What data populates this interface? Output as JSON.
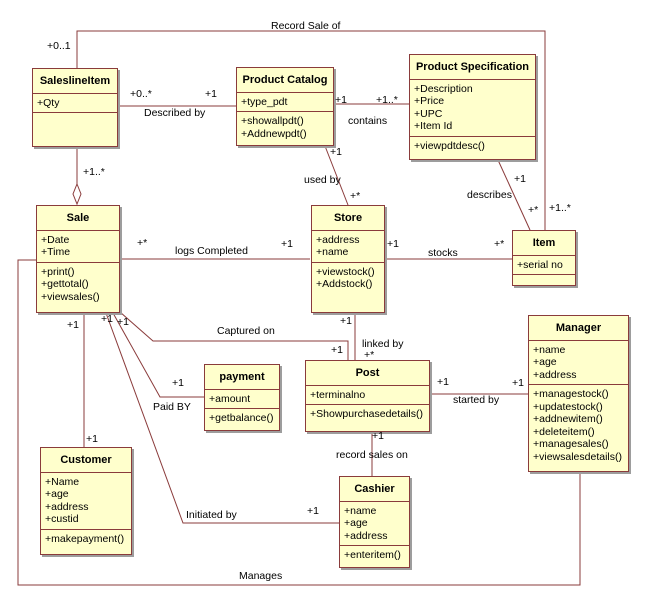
{
  "classes": {
    "saleslineitem": {
      "name": "SaleslineItem",
      "attributes": [
        "+Qty"
      ],
      "operations": []
    },
    "product_catalog": {
      "name": "Product Catalog",
      "attributes": [
        "+type_pdt"
      ],
      "operations": [
        "+showallpdt()",
        "+Addnewpdt()"
      ]
    },
    "product_specification": {
      "name": "Product Specification",
      "attributes": [
        "+Description",
        "+Price",
        "+UPC",
        "+Item Id"
      ],
      "operations": [
        "+viewpdtdesc()"
      ]
    },
    "sale": {
      "name": "Sale",
      "attributes": [
        "+Date",
        "+Time"
      ],
      "operations": [
        "+print()",
        "+gettotal()",
        "+viewsales()"
      ]
    },
    "store": {
      "name": "Store",
      "attributes": [
        "+address",
        "+name"
      ],
      "operations": [
        "+viewstock()",
        "+Addstock()"
      ]
    },
    "item": {
      "name": "Item",
      "attributes": [
        "+serial no"
      ],
      "operations": []
    },
    "manager": {
      "name": "Manager",
      "attributes": [
        "+name",
        "+age",
        "+address"
      ],
      "operations": [
        "+managestock()",
        "+updatestock()",
        "+addnewitem()",
        "+deleteitem()",
        "+managesales()",
        "+viewsalesdetails()"
      ]
    },
    "payment": {
      "name": "payment",
      "attributes": [
        "+amount"
      ],
      "operations": [
        "+getbalance()"
      ]
    },
    "post": {
      "name": "Post",
      "attributes": [
        "+terminalno"
      ],
      "operations": [
        "+Showpurchasedetails()"
      ]
    },
    "customer": {
      "name": "Customer",
      "attributes": [
        "+Name",
        "+age",
        "+address",
        "+custid"
      ],
      "operations": [
        "+makepayment()"
      ]
    },
    "cashier": {
      "name": "Cashier",
      "attributes": [
        "+name",
        "+age",
        "+address"
      ],
      "operations": [
        "+enteritem()"
      ]
    }
  },
  "associations": {
    "record_sale_of": "Record Sale of",
    "described_by": "Described by",
    "contains": "contains",
    "used_by": "used by",
    "describes": "describes",
    "logs_completed": "logs Completed",
    "stocks": "stocks",
    "captured_on": "Captured on",
    "linked_by": "linked by",
    "paid_by": "Paid BY",
    "started_by": "started by",
    "record_sales_on": "record  sales on",
    "initiated_by": "Initiated by",
    "manages": "Manages"
  },
  "multiplicities": {
    "rso_sli": "+0..1",
    "sli_desc": "+0..*",
    "pc_desc": "+1",
    "pc_contains": "+1",
    "ps_contains": "+1..*",
    "pc_usedby": "+1",
    "store_usedby": "+*",
    "ps_describes": "+1",
    "item_describes": "+*",
    "item_rso": "+1..*",
    "sli_agg": "+1..*",
    "sale_logs": "+*",
    "store_logs": "+1",
    "store_stocks": "+1",
    "item_stocks": "+*",
    "store_linked": "+1",
    "post_linked": "+*",
    "post_captured": "+1",
    "sale_captured": "+1",
    "sale_paid": "+1",
    "payment_paid": "+1",
    "post_started": "+1",
    "manager_started": "+1",
    "post_cashier": "+1",
    "sale_customer": "+1",
    "customer_sale": "+1",
    "cashier_initiated": "+1"
  }
}
